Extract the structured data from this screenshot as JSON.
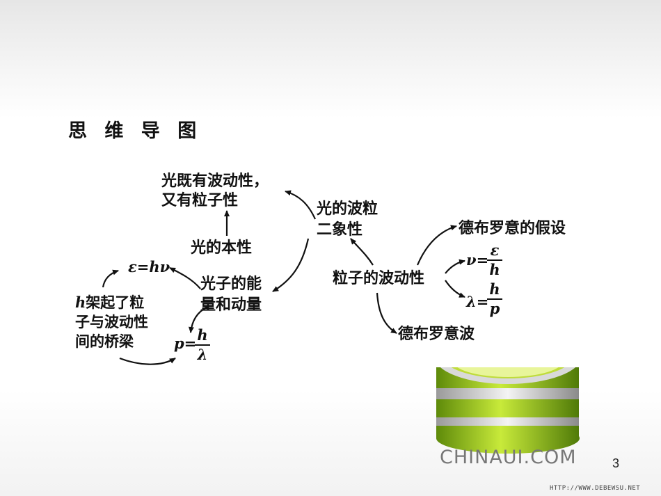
{
  "title": "思 维 导 图",
  "nodes": {
    "light_dual_line1": "光既有波动性，",
    "light_dual_line2": "又有粒子性",
    "wave_particle_line1": "光的波粒",
    "wave_particle_line2": "二象性",
    "nature_of_light": "光的本性",
    "photon_line1": "光子的能",
    "photon_line2": "量和动量",
    "h_bridge_line1": "架起了粒",
    "h_bridge_h": "h",
    "h_bridge_line2": "子与波动性",
    "h_bridge_line3": "间的桥梁",
    "particle_wave": "粒子的波动性",
    "debroglie_hypothesis": "德布罗意的假设",
    "debroglie_wave": "德布罗意波"
  },
  "formulas": {
    "energy": "ε=hν",
    "p_lhs": "p=",
    "p_num": "h",
    "p_den": "λ",
    "nu_lhs": "ν=",
    "nu_num": "ε",
    "nu_den": "h",
    "lambda_lhs": "λ=",
    "lambda_num": "h",
    "lambda_den": "p"
  },
  "footer": {
    "brand": "CHINAUI.COM",
    "page_number": "3",
    "url": "HTTP://WWW.DEBEWSU.NET"
  }
}
